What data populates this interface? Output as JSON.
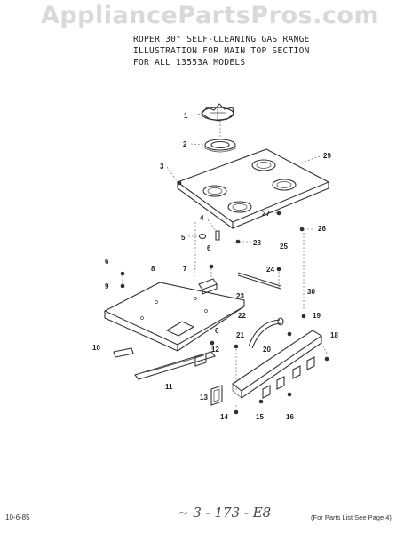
{
  "watermark": "AppliancePartsPros.com",
  "header": {
    "line1": "ROPER 30\" SELF-CLEANING GAS RANGE",
    "line2": "ILLUSTRATION FOR MAIN TOP SECTION",
    "line3": "FOR ALL 13553A MODELS"
  },
  "footer": {
    "date_code": "10-6-85",
    "handwritten_code": "~ 3 - 173 - E8",
    "parts_note": "(For Parts List See Page 4)"
  },
  "callouts": [
    "1",
    "2",
    "3",
    "4",
    "5",
    "6",
    "7",
    "8",
    "9",
    "10",
    "11",
    "12",
    "13",
    "14",
    "15",
    "16",
    "18",
    "19",
    "20",
    "21",
    "22",
    "23",
    "24",
    "25",
    "26",
    "27",
    "28",
    "29",
    "30",
    "6",
    "6"
  ]
}
